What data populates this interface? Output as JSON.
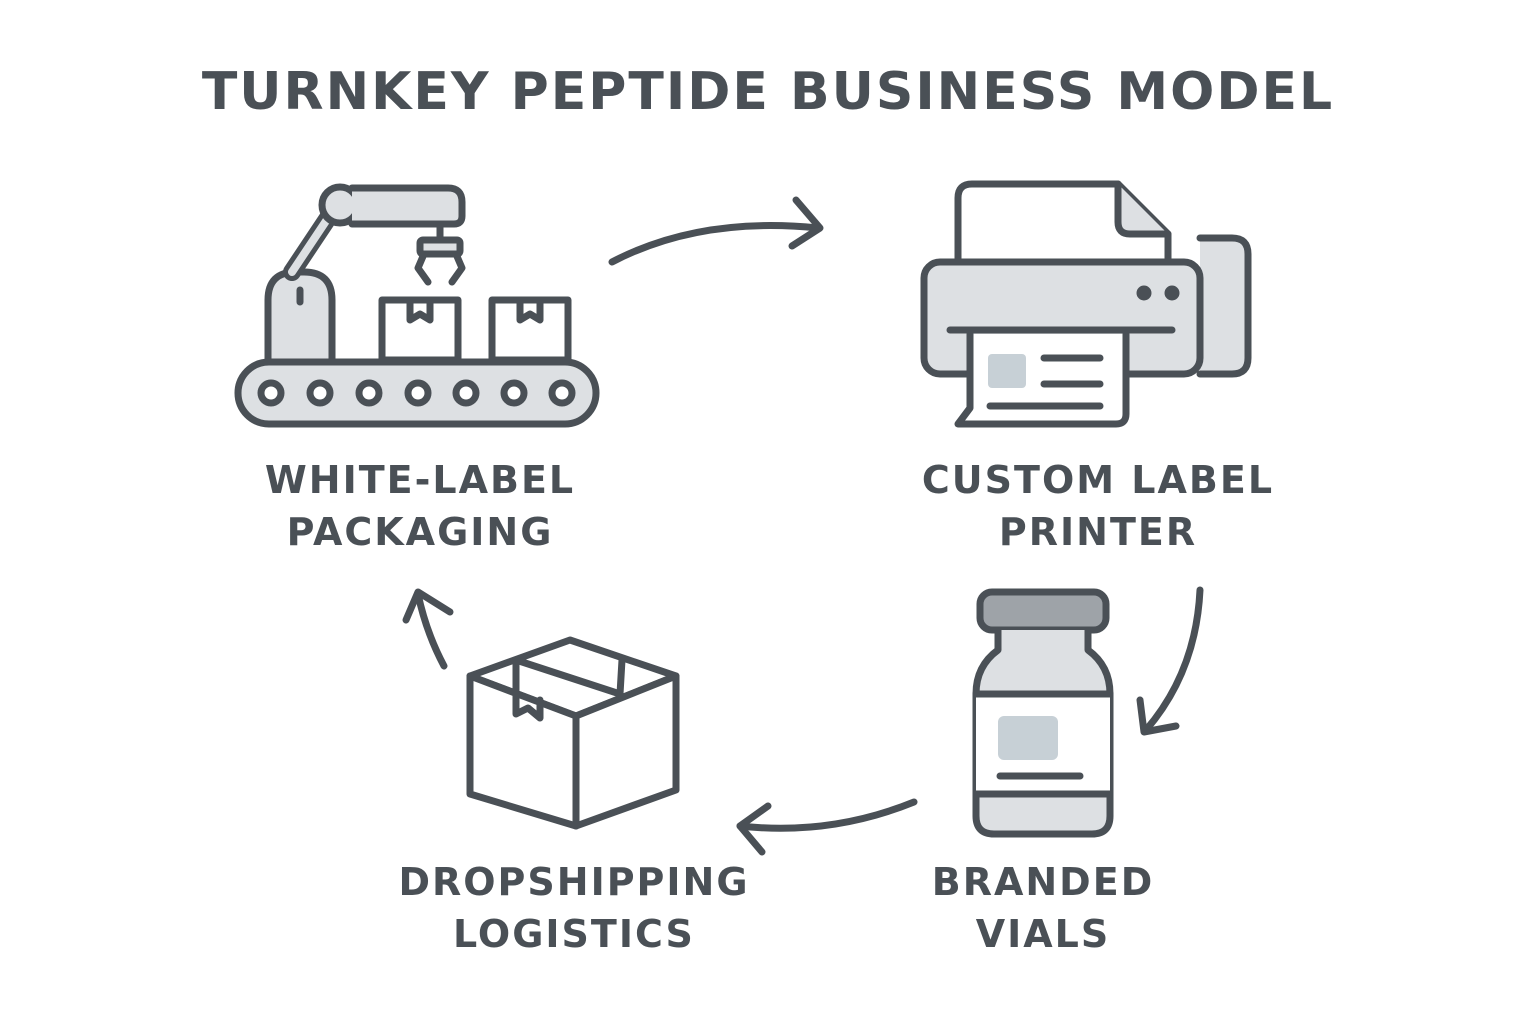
{
  "title": "TURNKEY PEPTIDE BUSINESS MODEL",
  "colors": {
    "stroke": "#4a5056",
    "fill": "#dde0e3",
    "accent": "#c7d0d6",
    "cap": "#9ea3a8"
  },
  "nodes": [
    {
      "icon": "conveyor-robot-icon",
      "line1": "WHITE-LABEL",
      "line2": "PACKAGING"
    },
    {
      "icon": "printer-icon",
      "line1": "CUSTOM LABEL",
      "line2": "PRINTER"
    },
    {
      "icon": "vial-icon",
      "line1": "BRANDED",
      "line2": "VIALS"
    },
    {
      "icon": "box-icon",
      "line1": "DROPSHIPPING",
      "line2": "LOGISTICS"
    }
  ]
}
